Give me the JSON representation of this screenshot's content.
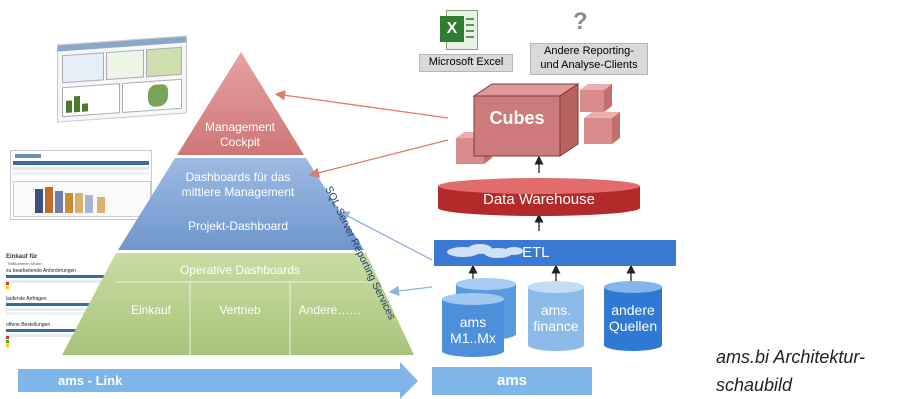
{
  "pyramid": {
    "top": {
      "line1": "Management",
      "line2": "Cockpit"
    },
    "middle": {
      "line1": "Dashboards für das",
      "line2": "mittlere Management",
      "line3": "Projekt-Dashboard"
    },
    "bottom": {
      "title": "Operative Dashboards",
      "col1": "Einkauf",
      "col2": "Vertrieb",
      "col3": "Andere……"
    },
    "vertical_text": "SQL-Server Reporting Services",
    "colors": {
      "top": "#d98383",
      "middle": "#7fa4d4",
      "bottom": "#b5cf8c"
    }
  },
  "clients": {
    "excel": "Microsoft Excel",
    "other_line1": "Andere Reporting-",
    "other_line2": "und Analyse-Clients",
    "question_mark": "?",
    "excel_icon": "excel-icon"
  },
  "cubes_label": "Cubes",
  "dwh_label": "Data Warehouse",
  "etl_label": "ETL",
  "sources": [
    {
      "line1": "ams",
      "line2": "M1..Mx"
    },
    {
      "line1": "ams.",
      "line2": "finance"
    },
    {
      "line1": "andere",
      "line2": "Quellen"
    }
  ],
  "ams_label": "ams",
  "link_label": "ams - Link",
  "screenshot_texts": {
    "einkauf": "Einkauf für",
    "user": "Willkommen Müller",
    "section1": "zu bearbeitende Anforderungen",
    "section2": "laufende Anfragen",
    "section3": "offene Bestellungen"
  },
  "caption": {
    "line1": "ams.bi Architektur-",
    "line2": "schaubild"
  }
}
